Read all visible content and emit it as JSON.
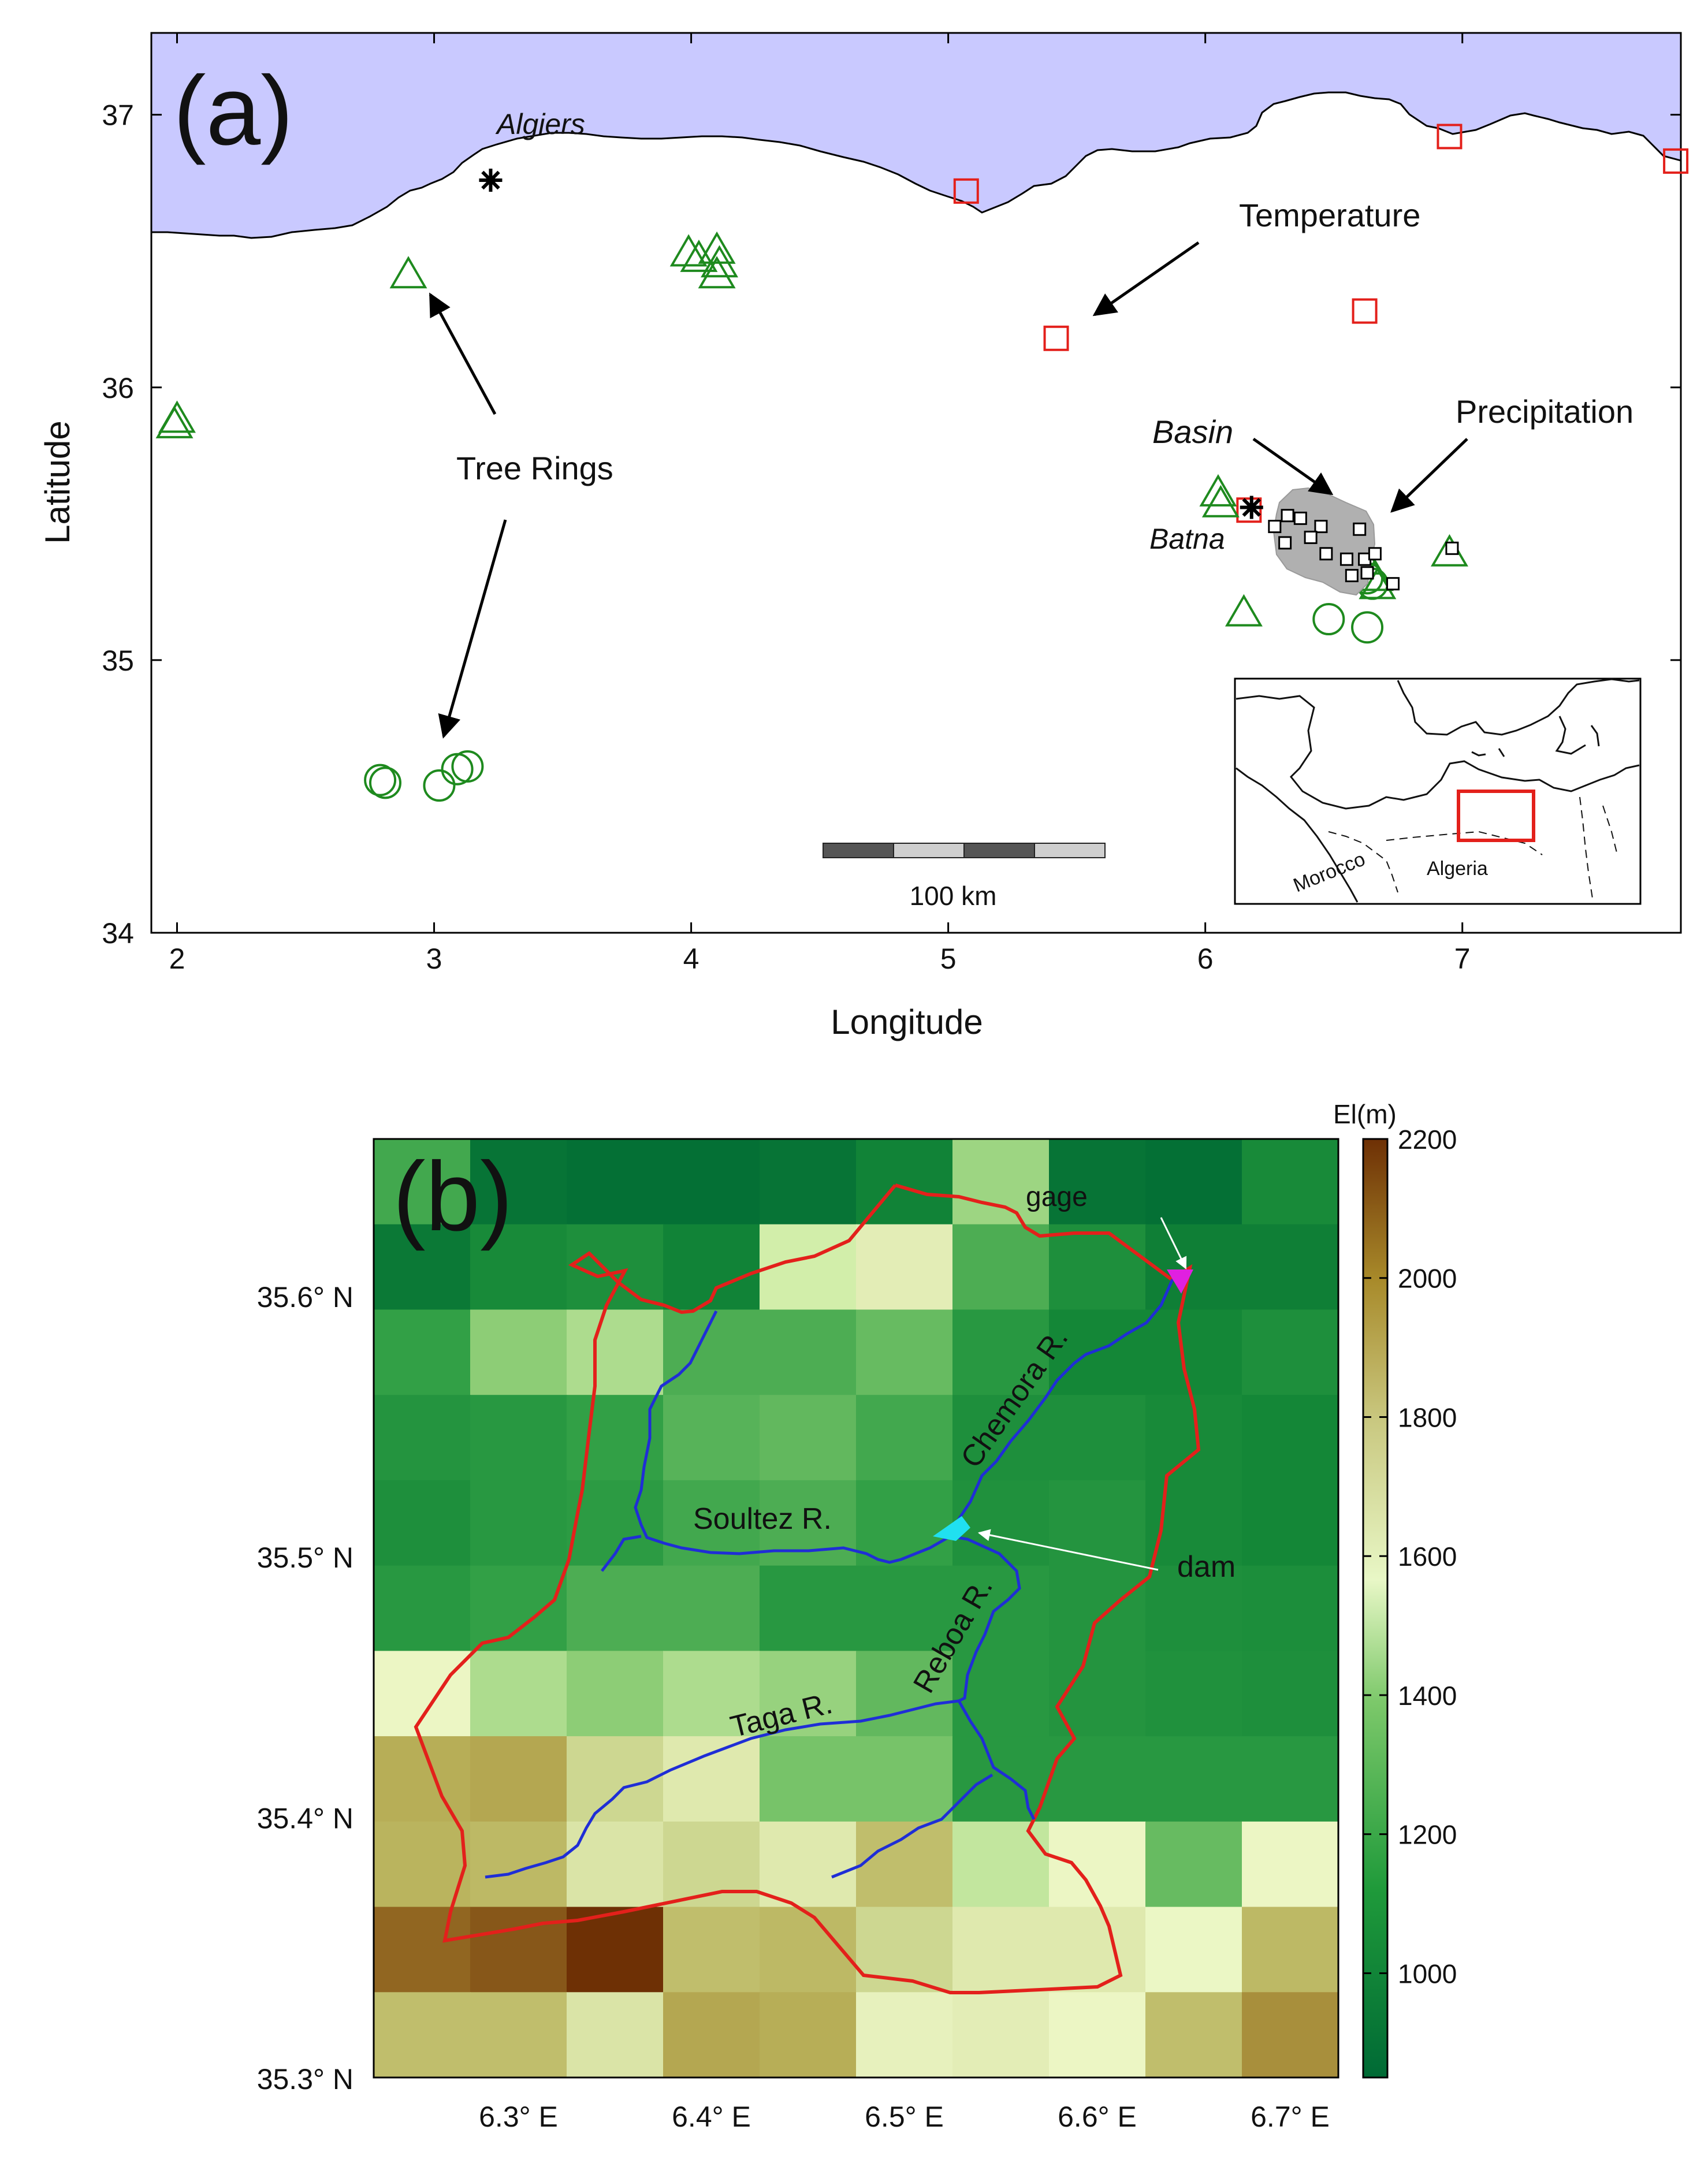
{
  "panel_a": {
    "label": "(a)",
    "xlabel": "Longitude",
    "ylabel": "Latitude",
    "xticks": [
      "2",
      "3",
      "4",
      "5",
      "6",
      "7"
    ],
    "yticks": [
      "34",
      "35",
      "36",
      "37"
    ],
    "cities": {
      "algiers": "Algiers",
      "batna": "Batna"
    },
    "annotations": {
      "temperature": "Temperature",
      "tree_rings": "Tree Rings",
      "basin": "Basin",
      "precipitation": "Precipitation"
    },
    "scale_label": "100 km",
    "inset": {
      "morocco": "Morocco",
      "algeria": "Algeria"
    },
    "colors": {
      "sea": "#c9c9ff",
      "temperature": "#e3201b",
      "tree_rings": "#1e8a1e",
      "precip": "#000000",
      "basin": "#b0b0b0"
    }
  },
  "panel_b": {
    "label": "(b)",
    "colorbar_title": "El(m)",
    "colorbar_ticks": [
      "2200",
      "2000",
      "1800",
      "1600",
      "1400",
      "1200",
      "1000"
    ],
    "xticks": [
      "6.3° E",
      "6.4° E",
      "6.5° E",
      "6.6° E",
      "6.7° E"
    ],
    "yticks": [
      "35.6° N",
      "35.5° N",
      "35.4° N",
      "35.3° N"
    ],
    "rivers": {
      "chemora": "Chemora R.",
      "soultez": "Soultez R.",
      "reboa": "Reboa R.",
      "taga": "Taga R."
    },
    "labels": {
      "gage": "gage",
      "dam": "dam"
    },
    "colors": {
      "basin_outline": "#e3201b",
      "river": "#1f2ed6",
      "gage": "#e020e0",
      "dam": "#20e0f0"
    }
  },
  "chart_data": [
    {
      "type": "scatter",
      "title": "",
      "xlabel": "Longitude",
      "ylabel": "Latitude",
      "xlim": [
        1.9,
        7.85
      ],
      "ylim": [
        34,
        37.3
      ],
      "series": [
        {
          "name": "Temperature",
          "marker": "square",
          "x": [
            5.07,
            5.42,
            6.62,
            6.95,
            7.83,
            6.17
          ],
          "y": [
            36.72,
            36.18,
            36.28,
            36.92,
            36.83,
            35.55
          ]
        },
        {
          "name": "Tree Rings",
          "marker": "triangle",
          "x": [
            1.99,
            2.0,
            2.9,
            3.99,
            4.03,
            4.1,
            4.11,
            4.1,
            6.05,
            6.06,
            6.15,
            6.62,
            6.66,
            6.67,
            6.95
          ],
          "y": [
            35.86,
            35.88,
            36.41,
            36.49,
            36.47,
            36.5,
            36.45,
            36.41,
            35.61,
            35.57,
            35.17,
            35.36,
            35.3,
            35.27,
            35.39
          ]
        },
        {
          "name": "Tree Rings",
          "marker": "circle",
          "x": [
            2.79,
            2.81,
            3.02,
            3.09,
            3.13,
            6.48,
            6.63,
            6.63,
            6.65
          ],
          "y": [
            34.56,
            34.55,
            34.54,
            34.6,
            34.61,
            35.15,
            35.12,
            35.3,
            35.28
          ]
        },
        {
          "name": "Precipitation",
          "marker": "square",
          "x": [
            6.27,
            6.32,
            6.37,
            6.45,
            6.31,
            6.41,
            6.47,
            6.55,
            6.62,
            6.6,
            6.66,
            6.57,
            6.63,
            6.73,
            6.96
          ],
          "y": [
            35.49,
            35.53,
            35.52,
            35.49,
            35.43,
            35.45,
            35.39,
            35.37,
            35.37,
            35.48,
            35.39,
            35.31,
            35.32,
            35.28,
            35.41
          ]
        }
      ],
      "points": [
        {
          "name": "Algiers",
          "x": 3.22,
          "y": 36.76
        },
        {
          "name": "Batna",
          "x": 6.18,
          "y": 35.56
        }
      ]
    },
    {
      "type": "heatmap",
      "title": "",
      "xlabel": "",
      "ylabel": "",
      "xlim": [
        6.225,
        6.725
      ],
      "ylim": [
        35.3,
        35.66
      ],
      "colorbar_label": "El(m)",
      "colorbar_range": [
        850,
        2200
      ],
      "grid": [
        [
          1180,
          900,
          880,
          880,
          900,
          980,
          1350,
          900,
          880,
          1020
        ],
        [
          930,
          1020,
          1050,
          980,
          1450,
          1600,
          1200,
          1050,
          960,
          960
        ],
        [
          1150,
          1320,
          1380,
          1200,
          1200,
          1250,
          1100,
          1000,
          1000,
          1050
        ],
        [
          1080,
          1100,
          1150,
          1220,
          1240,
          1180,
          1050,
          1050,
          1020,
          1000
        ],
        [
          1050,
          1100,
          1120,
          1180,
          1200,
          1150,
          1060,
          1080,
          1020,
          1000
        ],
        [
          1100,
          1150,
          1200,
          1200,
          1100,
          1100,
          1100,
          1080,
          1050,
          1040
        ],
        [
          1560,
          1380,
          1320,
          1380,
          1340,
          1240,
          1100,
          1080,
          1060,
          1050
        ],
        [
          1860,
          1880,
          1700,
          1620,
          1280,
          1280,
          1100,
          1100,
          1100,
          1100
        ],
        [
          1840,
          1820,
          1640,
          1700,
          1620,
          1800,
          1420,
          1560,
          1250,
          1560
        ],
        [
          2060,
          2100,
          2200,
          1800,
          1820,
          1700,
          1620,
          1620,
          1540,
          1820
        ],
        [
          1800,
          1800,
          1640,
          1880,
          1860,
          1580,
          1600,
          1560,
          1800,
          1950
        ]
      ]
    }
  ]
}
